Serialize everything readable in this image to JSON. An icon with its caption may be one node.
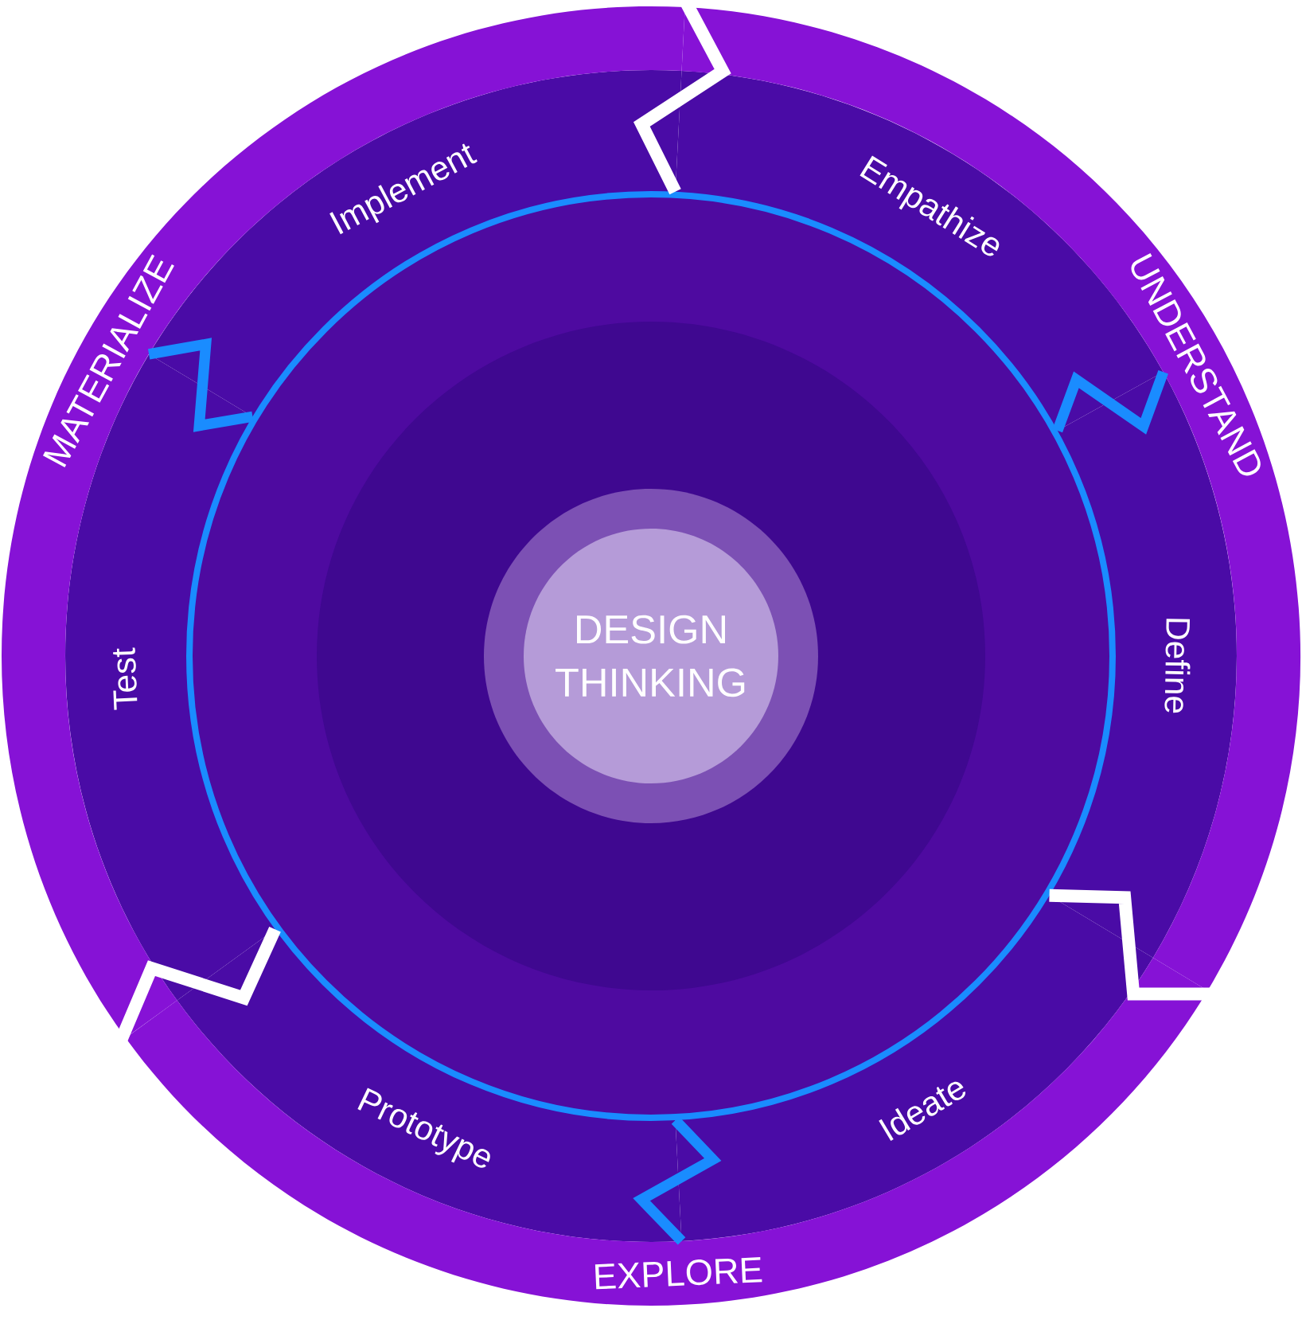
{
  "diagram": {
    "nodes": [
      {
        "text": [
          "DESIGN THINKING"
        ]
      },
      {
        "text": [
          "Empathize"
        ]
      },
      {
        "text": [
          "Define"
        ]
      },
      {
        "text": [
          "Ideate"
        ]
      },
      {
        "text": [
          "Prototype"
        ]
      },
      {
        "text": [
          "Test"
        ]
      },
      {
        "text": [
          "Implement"
        ]
      },
      {
        "text": [
          "UNDERSTAND"
        ]
      },
      {
        "text": [
          "EXPLORE"
        ]
      },
      {
        "text": [
          "MATERIALIZE"
        ]
      }
    ]
  }
}
